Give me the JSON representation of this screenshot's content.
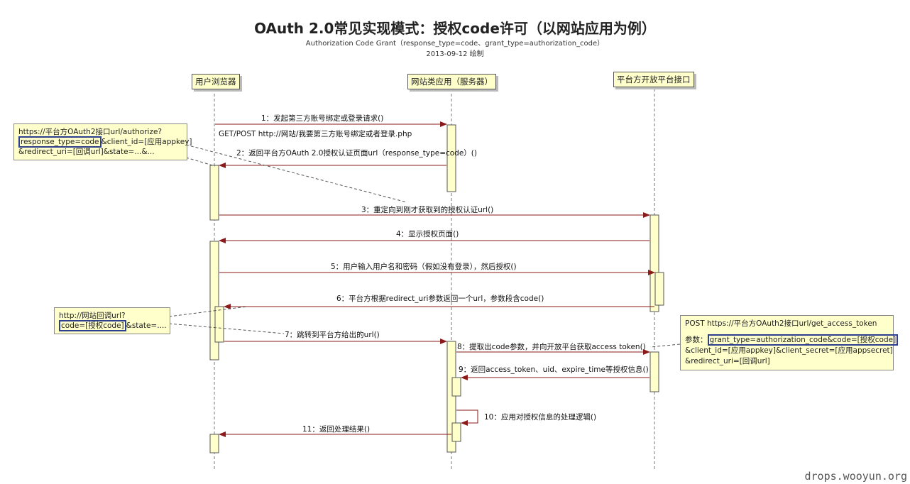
{
  "title": "OAuth 2.0常见实现模式：授权code许可（以网站应用为例）",
  "subtitle": "Authorization Code Grant（response_type=code、grant_type=authorization_code）",
  "date": "2013-09-12 绘制",
  "participants": [
    {
      "id": "browser",
      "label": "用户浏览器"
    },
    {
      "id": "server",
      "label": "网站类应用（服务器）"
    },
    {
      "id": "platform",
      "label": "平台方开放平台接口"
    }
  ],
  "messages": [
    {
      "label": "1：发起第三方账号绑定或登录请求()",
      "sub": "GET/POST http://网站/我要第三方账号绑定或者登录.php"
    },
    {
      "label": "2：返回平台方OAuth 2.0授权认证页面url（response_type=code）()"
    },
    {
      "label": "3：重定向到刚才获取到的授权认证url()"
    },
    {
      "label": "4：显示授权页面()"
    },
    {
      "label": "5：用户输入用户名和密码（假如没有登录），然后授权()"
    },
    {
      "label": "6：平台方根据redirect_uri参数返回一个url，参数段含code()"
    },
    {
      "label": "7：跳转到平台方给出的url()"
    },
    {
      "label": "8：提取出code参数，并向开放平台获取access token()"
    },
    {
      "label": "9：返回access_token、uid、expire_time等授权信息()"
    },
    {
      "label": "10：应用对授权信息的处理逻辑()"
    },
    {
      "label": "11：返回处理结果()"
    }
  ],
  "notes": {
    "authorize": {
      "line1": "https://平台方OAuth2接口url/authorize?",
      "highlight": "response_type=code",
      "line2_rest": "&client_id=[应用appkey]",
      "line3": "&redirect_uri=[回调url]&state=...&..."
    },
    "callback": {
      "line1": "http://网站回调url?",
      "highlight": "code=[授权code]",
      "line2_rest": "&state=...."
    },
    "token": {
      "line1": "POST https://平台方OAuth2接口url/get_access_token",
      "prefix": "参数：",
      "highlight": "grant_type=authorization_code&code=[授权code]",
      "line3": "&client_id=[应用appkey]&client_secret=[应用appsecret]",
      "line4": "&redirect_uri=[回调url]"
    }
  },
  "watermark": "drops.wooyun.org",
  "colors": {
    "activation_fill": "#ffffcc",
    "arrow": "#8b1a1a",
    "highlight_border": "#2e3f8f"
  }
}
